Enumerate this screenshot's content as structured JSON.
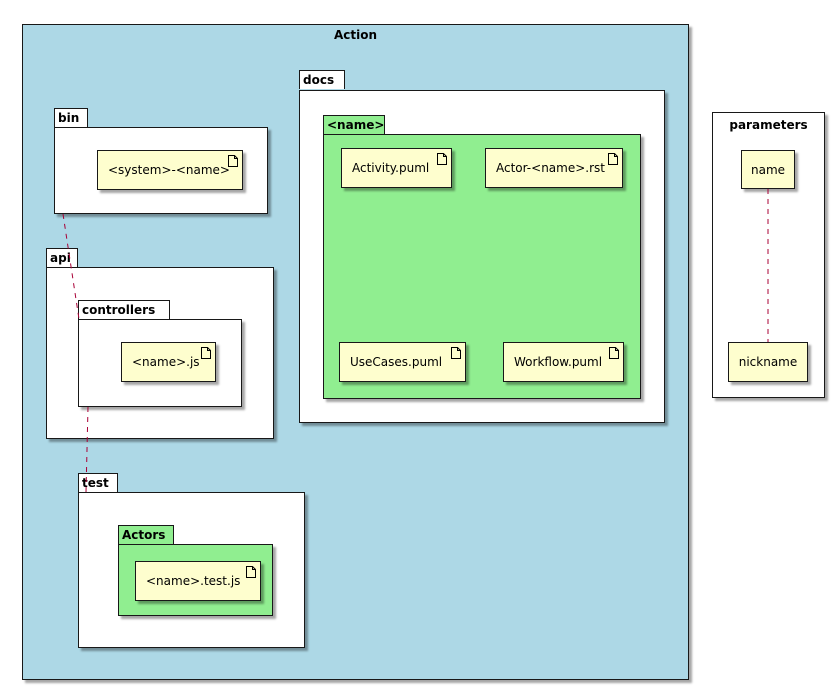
{
  "action": {
    "title": "Action"
  },
  "bin": {
    "label": "bin",
    "artifact": "<system>-<name>"
  },
  "api": {
    "label": "api"
  },
  "controllers": {
    "label": "controllers",
    "artifact": "<name>.js"
  },
  "test": {
    "label": "test"
  },
  "actors": {
    "label": "Actors",
    "artifact": "<name>.test.js"
  },
  "docs": {
    "label": "docs"
  },
  "name_pkg": {
    "label": "<name>",
    "artifacts": [
      "Activity.puml",
      "Actor-<name>.rst",
      "UseCases.puml",
      "Workflow.puml"
    ]
  },
  "parameters": {
    "title": "parameters",
    "items": [
      "name",
      "nickname"
    ]
  },
  "colors": {
    "action_bg": "#add8e6",
    "package_green": "#90ee90",
    "artifact_bg": "#fefece",
    "connector": "#a80036"
  }
}
